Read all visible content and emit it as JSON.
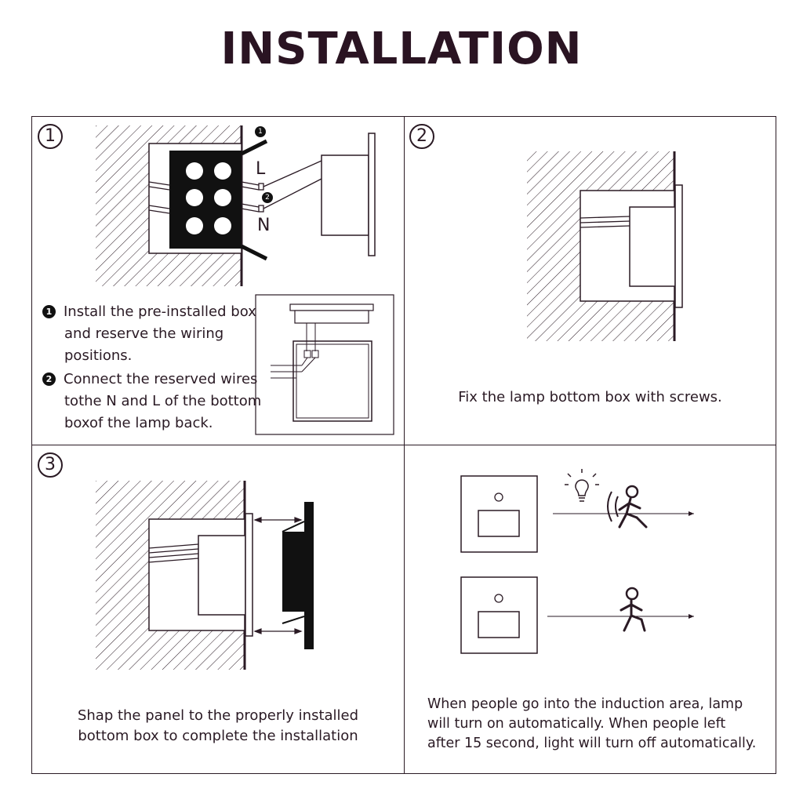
{
  "title": "INSTALLATION",
  "steps": [
    {
      "number": "1",
      "bullets": [
        {
          "marker": "1",
          "lines": [
            "Install the pre-installed box",
            "and reserve the wiring",
            "positions."
          ]
        },
        {
          "marker": "2",
          "lines": [
            "Connect the reserved wires",
            "tothe N and L of the bottom",
            "boxof the lamp back."
          ]
        }
      ],
      "labels": {
        "L": "L",
        "N": "N",
        "marker1": "1",
        "marker2": "2"
      }
    },
    {
      "number": "2",
      "caption": "Fix the lamp bottom box with screws."
    },
    {
      "number": "3",
      "caption_lines": [
        "Shap the panel to the properly installed",
        "bottom box to complete the installation"
      ]
    },
    {
      "caption_lines": [
        "When people go into the induction area, lamp",
        "will turn on automatically. When people left",
        "after 15 second, light will turn off automatically."
      ]
    }
  ],
  "colors": {
    "line": "#2a1a24",
    "black": "#111111"
  }
}
